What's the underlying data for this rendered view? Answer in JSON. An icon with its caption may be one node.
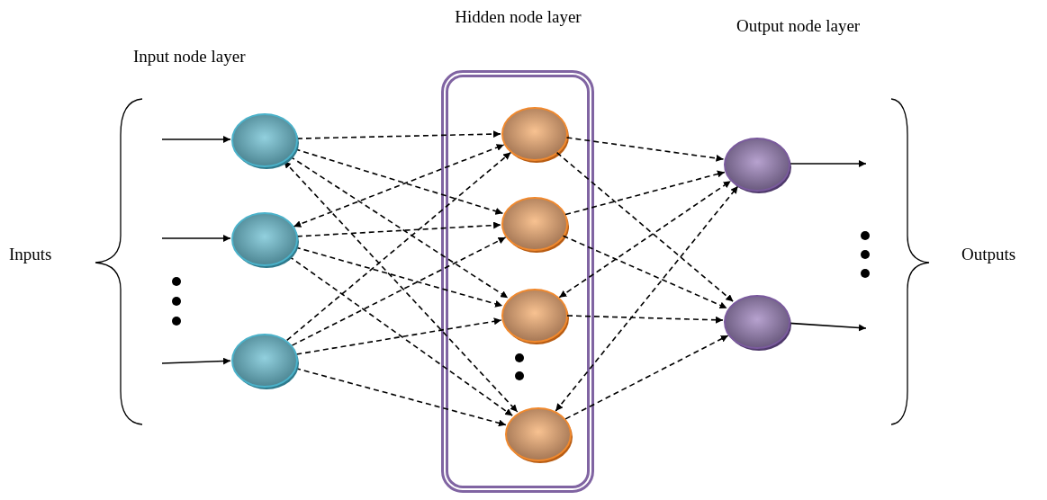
{
  "diagram": {
    "nodes": [
      {
        "text": [],
        "shape": "circle"
      },
      {
        "text": [],
        "shape": "circle"
      },
      {
        "text": [],
        "shape": "circle"
      },
      {
        "text": [
          "Hidden node layer"
        ]
      },
      {
        "text": [],
        "shape": "circle",
        "in": 3
      },
      {
        "text": [],
        "shape": "circle",
        "in": 3
      },
      {
        "text": [],
        "shape": "circle",
        "in": 3
      },
      {
        "text": [],
        "shape": "circle",
        "in": 3
      },
      {
        "text": [],
        "shape": "circle"
      },
      {
        "text": [],
        "shape": "circle"
      }
    ],
    "edges": [
      {
        "from": null,
        "to": 0,
        "arrow": "to"
      },
      {
        "from": null,
        "to": 1,
        "arrow": "to"
      },
      {
        "from": null,
        "to": 2,
        "arrow": "to"
      },
      {
        "from": 0,
        "to": 4,
        "arrow": "to",
        "style": "dashed"
      },
      {
        "from": 0,
        "to": 5,
        "arrow": "to",
        "style": "dashed"
      },
      {
        "from": 0,
        "to": 6,
        "arrow": "to",
        "style": "dashed"
      },
      {
        "from": 0,
        "to": 7,
        "arrow": "both",
        "style": "dashed"
      },
      {
        "from": 1,
        "to": 4,
        "arrow": "both",
        "style": "dashed"
      },
      {
        "from": 1,
        "to": 5,
        "arrow": "to",
        "style": "dashed"
      },
      {
        "from": 1,
        "to": 6,
        "arrow": "to",
        "style": "dashed"
      },
      {
        "from": 1,
        "to": 7,
        "arrow": "to",
        "style": "dashed"
      },
      {
        "from": 2,
        "to": 4,
        "arrow": "to",
        "style": "dashed"
      },
      {
        "from": 2,
        "to": 5,
        "arrow": "to",
        "style": "dashed"
      },
      {
        "from": 2,
        "to": 6,
        "arrow": "to",
        "style": "dashed"
      },
      {
        "from": 2,
        "to": 7,
        "arrow": "to",
        "style": "dashed"
      },
      {
        "from": 4,
        "to": 8,
        "arrow": "to",
        "style": "dashed"
      },
      {
        "from": 4,
        "to": 9,
        "arrow": "to",
        "style": "dashed"
      },
      {
        "from": 5,
        "to": 8,
        "arrow": "to",
        "style": "dashed"
      },
      {
        "from": 5,
        "to": 9,
        "arrow": "to",
        "style": "dashed"
      },
      {
        "from": 6,
        "to": 8,
        "arrow": "both",
        "style": "dashed"
      },
      {
        "from": 6,
        "to": 9,
        "arrow": "to",
        "style": "dashed"
      },
      {
        "from": 7,
        "to": 8,
        "arrow": "both",
        "style": "dashed"
      },
      {
        "from": 7,
        "to": 9,
        "arrow": "to",
        "style": "dashed"
      },
      {
        "from": 8,
        "to": null,
        "arrow": "to"
      },
      {
        "from": 9,
        "to": null,
        "arrow": "to"
      }
    ],
    "labels": [
      "Input node layer",
      "Output node layer",
      "Inputs",
      "Outputs"
    ]
  }
}
